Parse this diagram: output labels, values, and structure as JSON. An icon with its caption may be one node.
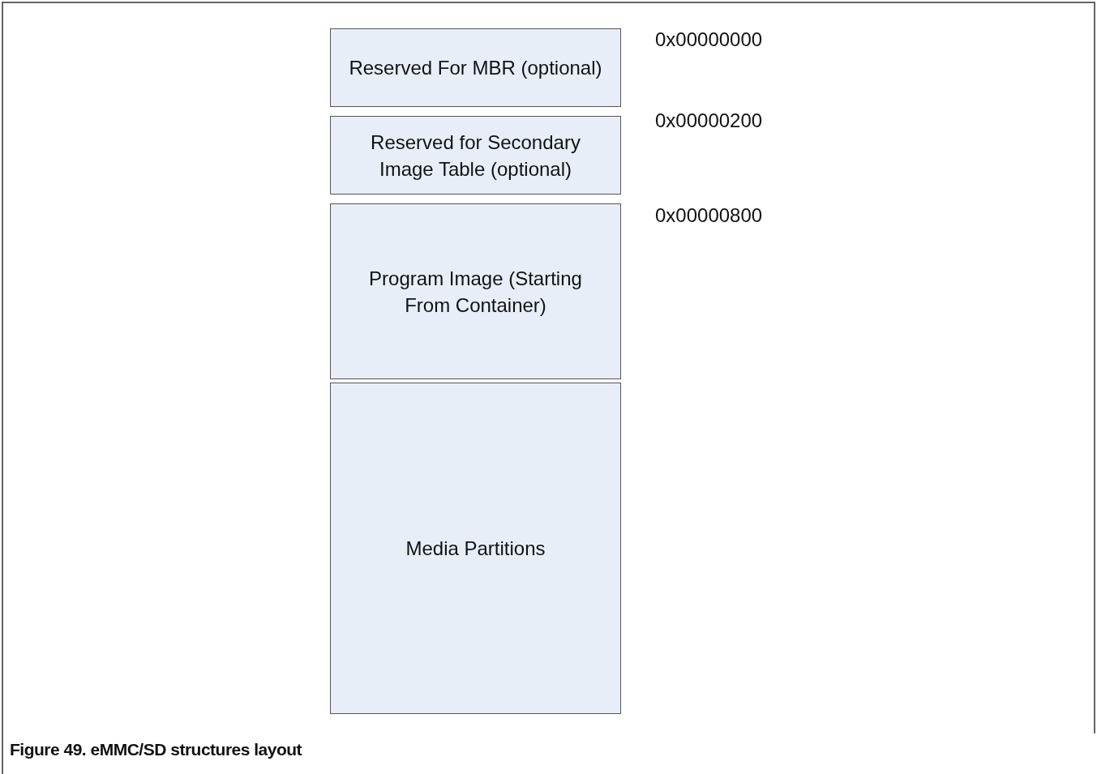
{
  "diagram": {
    "caption": "Figure 49.  eMMC/SD structures layout",
    "nodes": [
      {
        "text": [
          "Reserved For MBR (optional)"
        ],
        "beside": [
          "0x00000000"
        ]
      },
      {
        "text": [
          "Reserved for Secondary Image Table (optional)"
        ],
        "beside": [
          "0x00000200"
        ]
      },
      {
        "text": [
          "Program Image (Starting From Container)"
        ],
        "beside": [
          "0x00000800"
        ]
      },
      {
        "text": [
          "Media Partitions"
        ]
      }
    ]
  }
}
